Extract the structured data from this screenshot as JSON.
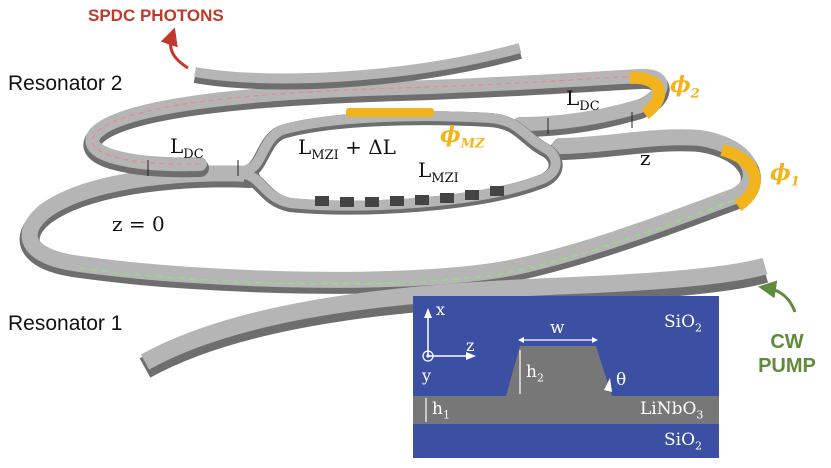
{
  "labels": {
    "spdc": "SPDC PHOTONS",
    "resonator2": "Resonator 2",
    "resonator1": "Resonator 1",
    "ldc_left_main": "L",
    "ldc_left_sub": "DC",
    "ldc_right_main": "L",
    "ldc_right_sub": "DC",
    "lmzi_dl_main": "L",
    "lmzi_dl_sub": "MZI",
    "lmzi_dl_tail": " + ΔL",
    "lmzi_main": "L",
    "lmzi_sub": "MZI",
    "phi_mz_main": "ϕ",
    "phi_mz_sub": "MZ",
    "phi2_main": "ϕ",
    "phi2_sub": "2",
    "phi1_main": "ϕ",
    "phi1_sub": "1",
    "z_right": "z",
    "z_zero": "z = 0",
    "cw_line1": "CW",
    "cw_line2": "PUMP"
  },
  "inset": {
    "axis_x": "x",
    "axis_z": "z",
    "axis_y": "y",
    "w": "w",
    "h2_main": "h",
    "h2_sub": "2",
    "theta": "θ",
    "h1_main": "h",
    "h1_sub": "1",
    "sio2_top_main": "SiO",
    "sio2_top_sub": "2",
    "linbo3_a": "LiNbO",
    "linbo3_sub": "3",
    "sio2_bot_main": "SiO",
    "sio2_bot_sub": "2"
  },
  "colors": {
    "waveguide_top": "#b5b5b5",
    "waveguide_side": "#6e6e6e",
    "spdc_red": "#c0392b",
    "pump_green": "#5e8c3a",
    "signal_wave": "#e98a8a",
    "pump_wave": "#8fe07a",
    "heater_gold": "#f2b41c",
    "inset_blue": "#3b4fa3",
    "inset_slab": "#777777"
  }
}
